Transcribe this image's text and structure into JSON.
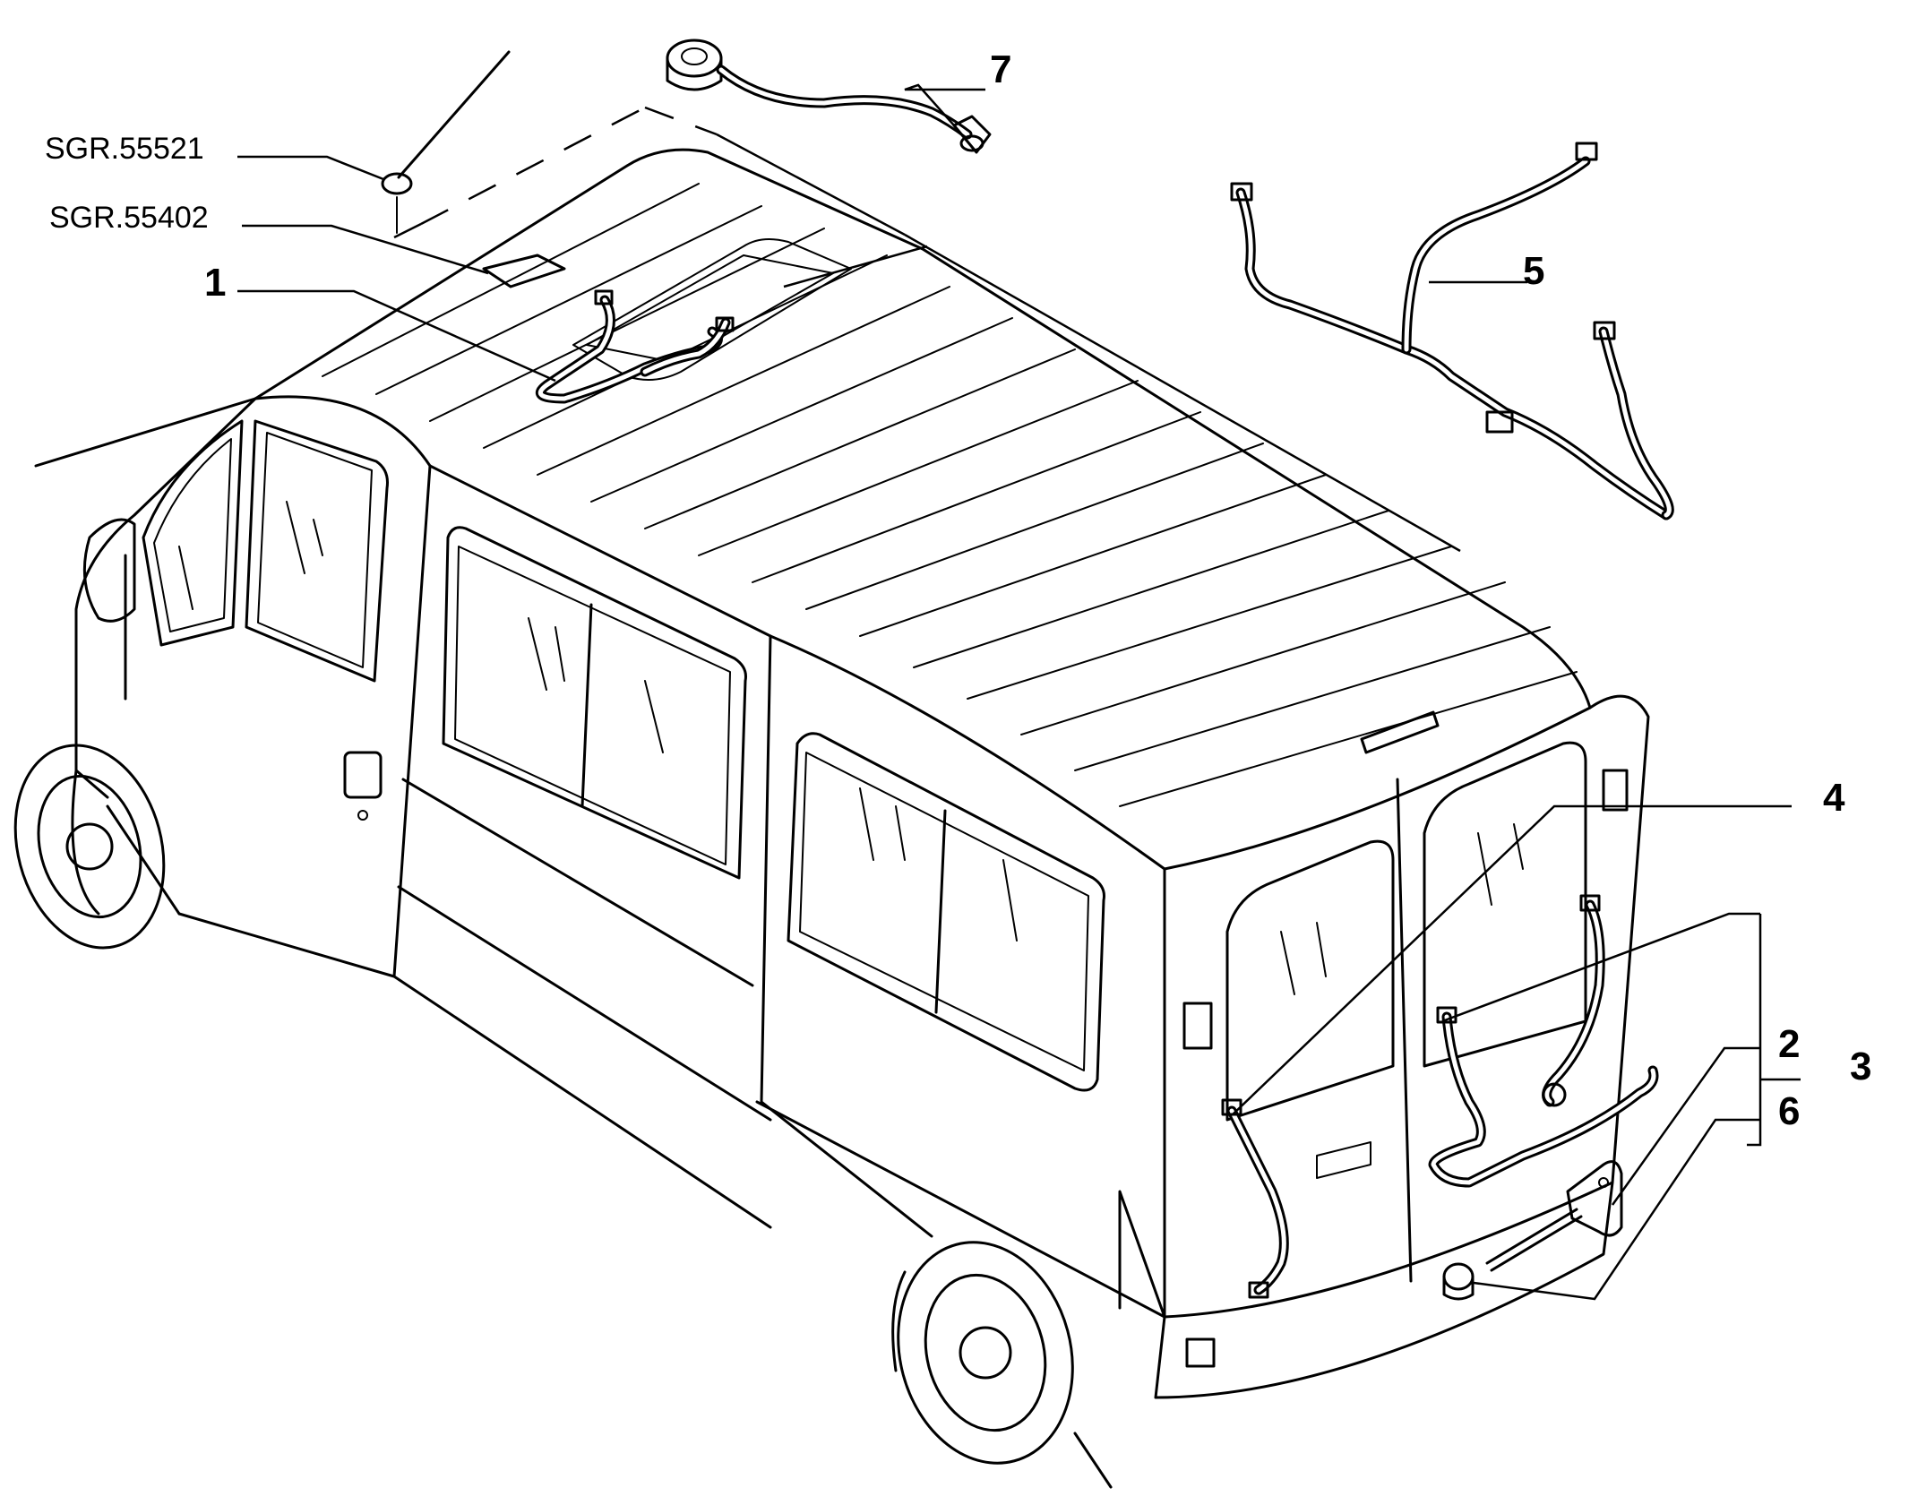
{
  "labels": {
    "ref_antenna": "SGR.55521",
    "ref_roof": "SGR.55402",
    "part_1": "1",
    "part_2": "2",
    "part_3": "3",
    "part_4": "4",
    "part_5": "5",
    "part_6": "6",
    "part_7": "7"
  }
}
